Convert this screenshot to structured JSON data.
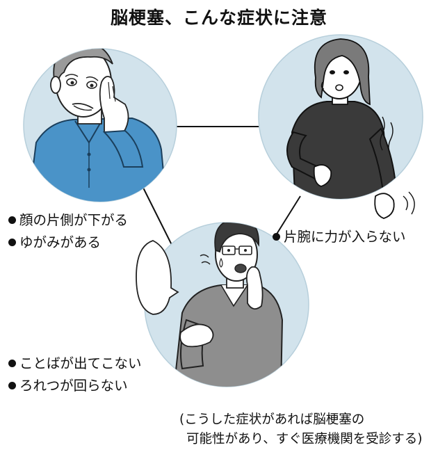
{
  "title": "脳梗塞、こんな症状に注意",
  "symptoms": {
    "face": [
      "顔の片側が下がる",
      "ゆがみがある"
    ],
    "arm": [
      "片腕に力が入らない"
    ],
    "speech": [
      "ことばが出てこない",
      "ろれつが回らない"
    ]
  },
  "note": {
    "line1": "(こうした症状があれば脳梗塞の",
    "line2": "可能性があり、すぐ医療機関を受診する)"
  },
  "colors": {
    "circle_fill": "#d2e3ec",
    "circle_stroke": "#b7cfdb",
    "elder_shirt": "#4a93c8",
    "woman_top": "#3a3a3a",
    "man_shirt": "#8e8e8e",
    "text": "#111111"
  }
}
